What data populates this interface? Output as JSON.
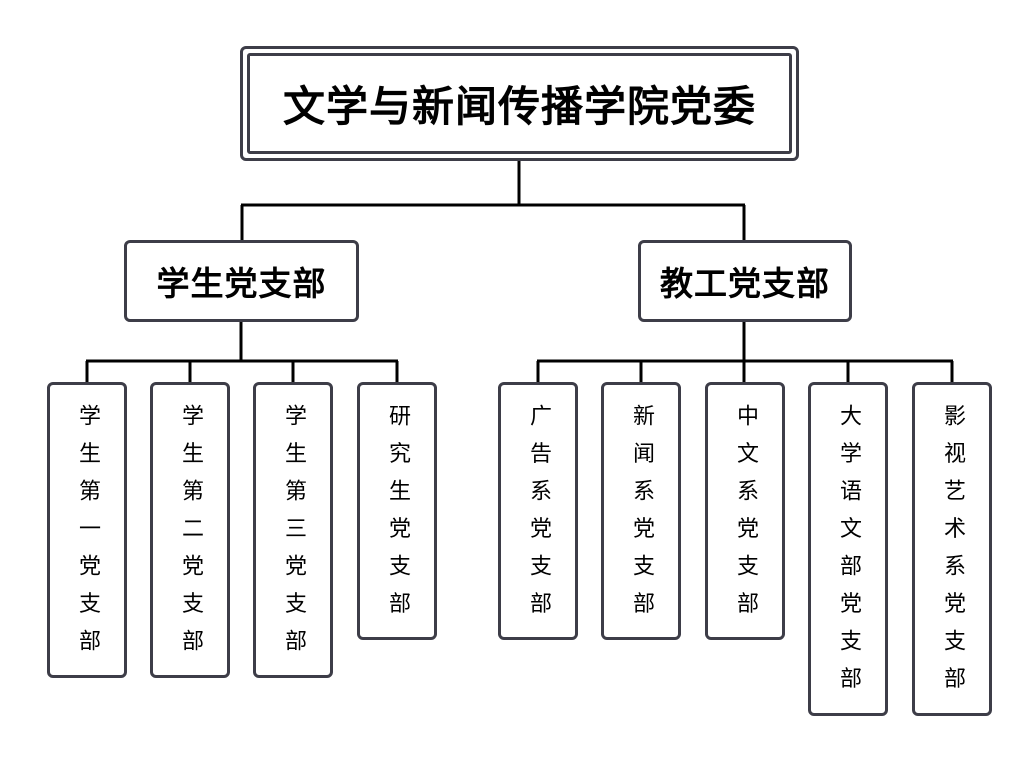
{
  "root": {
    "label": "文学与新闻传播学院党委"
  },
  "branches": [
    {
      "label": "学生党支部",
      "children": [
        "学生第一党支部",
        "学生第二党支部",
        "学生第三党支部",
        "研究生党支部"
      ]
    },
    {
      "label": "教工党支部",
      "children": [
        "广告系党支部",
        "新闻系党支部",
        "中文系党支部",
        "大学语文部党支部",
        "影视艺术系党支部"
      ]
    }
  ],
  "colors": {
    "line": "#000000",
    "border": "#3d3d48"
  }
}
